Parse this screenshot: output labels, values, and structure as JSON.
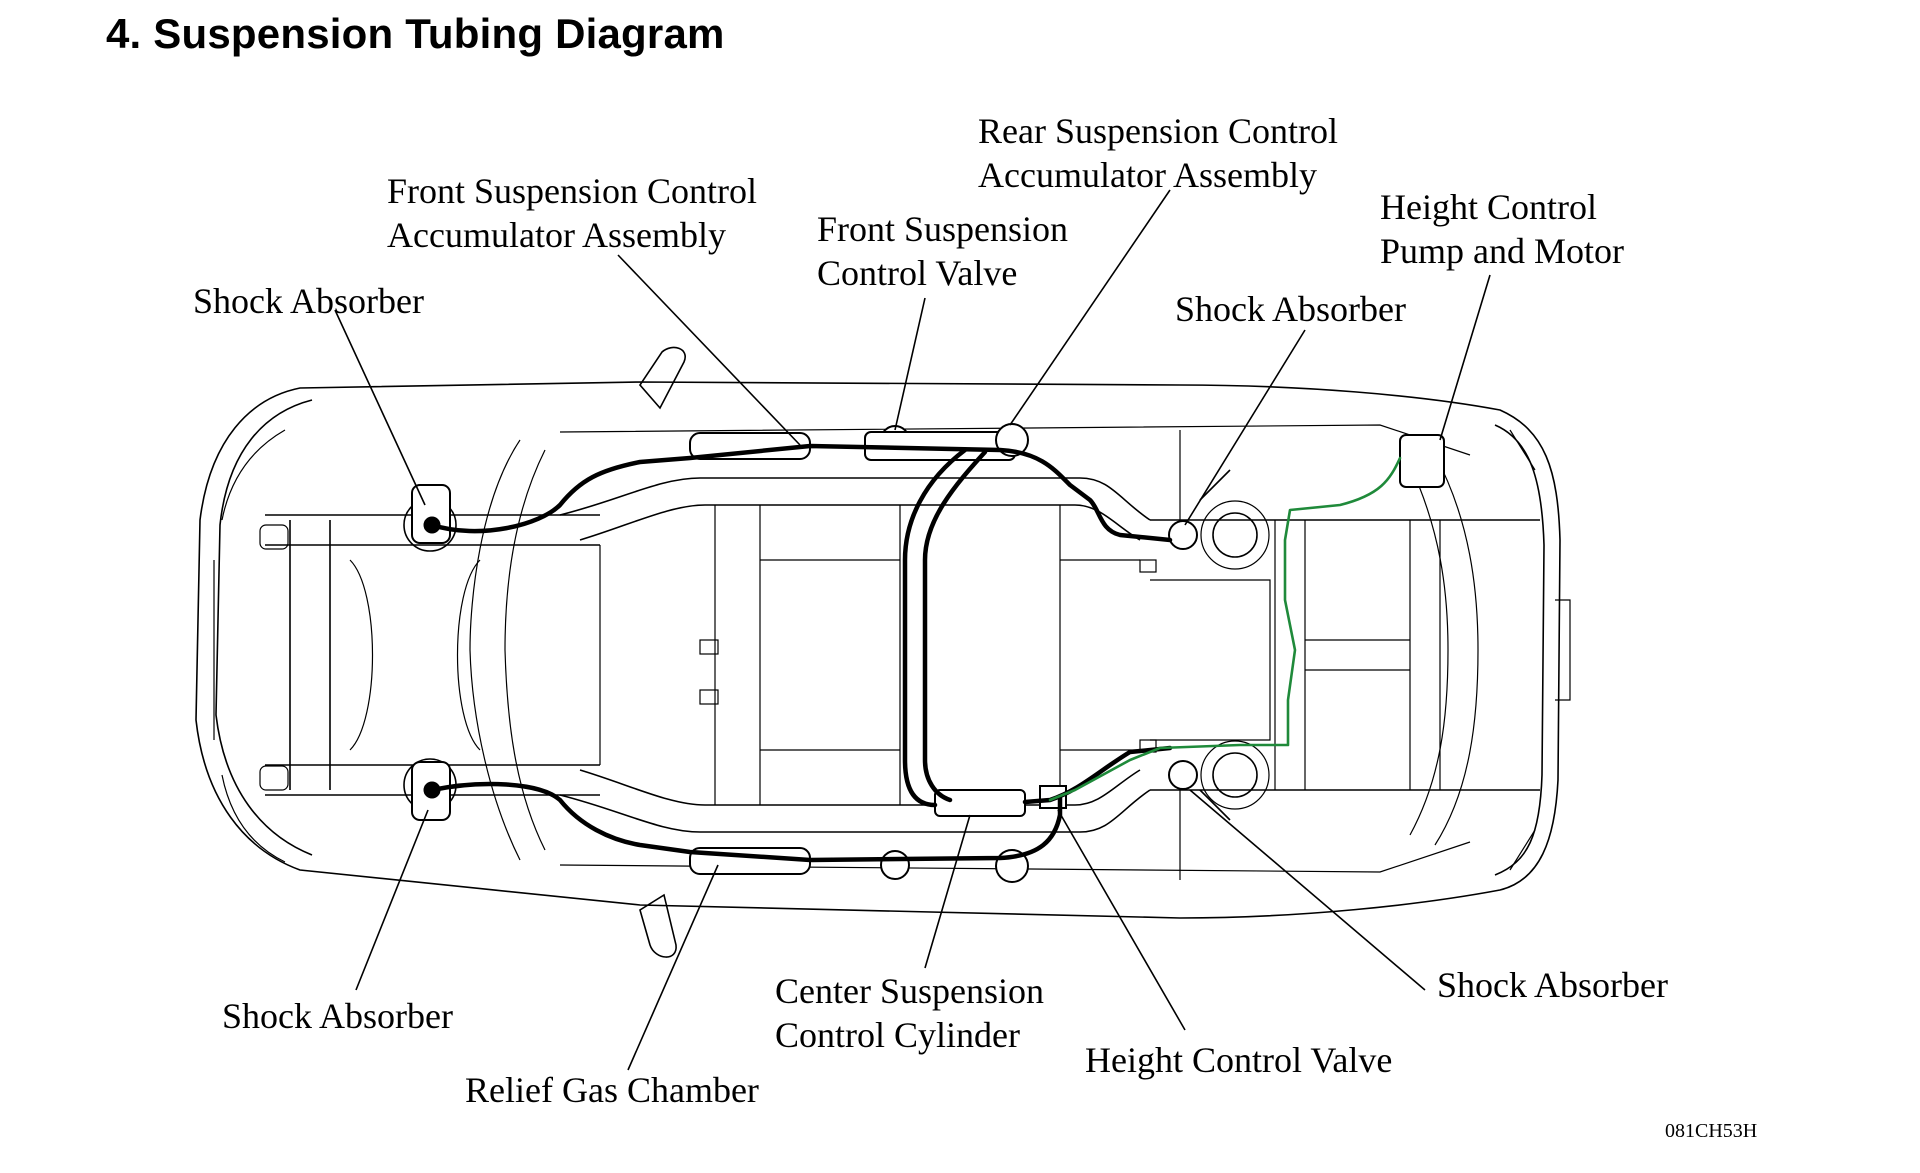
{
  "heading": "4.  Suspension Tubing Diagram",
  "figure_code": "081CH53H",
  "labels": {
    "shock_front_left": "Shock Absorber",
    "front_accumulator_l1": "Front Suspension Control",
    "front_accumulator_l2": "Accumulator Assembly",
    "front_valve_l1": "Front Suspension",
    "front_valve_l2": "Control Valve",
    "rear_accumulator_l1": "Rear Suspension Control",
    "rear_accumulator_l2": "Accumulator Assembly",
    "pump_l1": "Height Control",
    "pump_l2": "Pump and Motor",
    "shock_rear_left": "Shock Absorber",
    "shock_front_right": "Shock Absorber",
    "relief_gas": "Relief Gas Chamber",
    "center_cylinder_l1": "Center Suspension",
    "center_cylinder_l2": "Control Cylinder",
    "height_valve": "Height Control Valve",
    "shock_rear_right": "Shock Absorber"
  },
  "colors": {
    "tubing": "#000000",
    "pump_line": "#1f8a3a"
  }
}
